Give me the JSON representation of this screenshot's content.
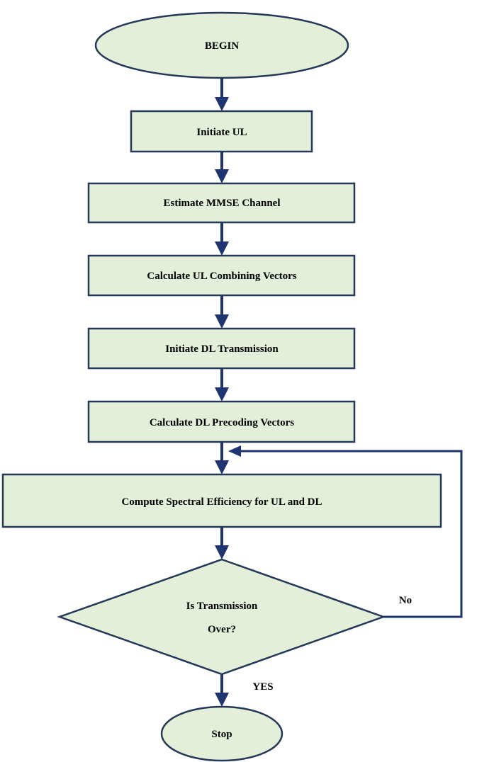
{
  "flowchart": {
    "begin": "BEGIN",
    "steps": [
      "Initiate UL",
      "Estimate MMSE Channel",
      "Calculate UL Combining Vectors",
      "Initiate DL Transmission",
      "Calculate DL Precoding Vectors",
      "Compute Spectral Efficiency for UL and DL"
    ],
    "decision": {
      "line1": "Is Transmission",
      "line2": "Over?"
    },
    "no_label": "No",
    "yes_label": "YES",
    "end": "Stop"
  },
  "colors": {
    "fill": "#e3efd9",
    "stroke": "#243858",
    "arrow": "#1f3470"
  }
}
